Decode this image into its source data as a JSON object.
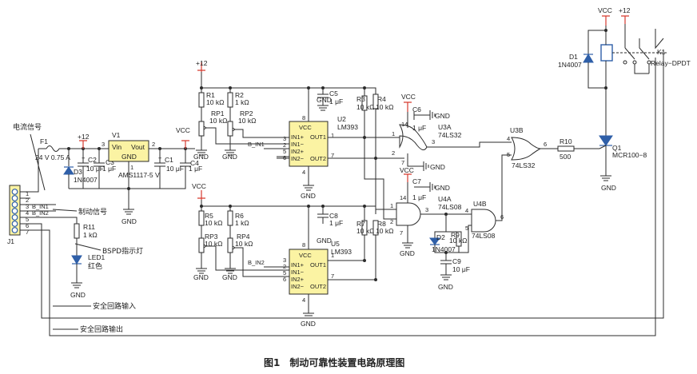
{
  "caption": "图1　制动可靠性装置电路原理图",
  "colors": {
    "wire": "#2b2b2b",
    "chip_fill": "#fbf3a3",
    "supply": "#d63a2f",
    "relay_coil": "#2f5fa8"
  },
  "connector": {
    "ref": "J1",
    "pins": [
      "1",
      "2",
      "3",
      "4",
      "5",
      "6",
      "7"
    ],
    "net_labels": [
      "B_IN1",
      "B_IN2"
    ],
    "annotations": {
      "current_signal": "电流信号",
      "brake_signal": "制动信号",
      "bspd_lamp": "BSPD指示灯",
      "safety_in": "安全回路输入",
      "safety_out": "安全回路输出"
    }
  },
  "power": {
    "fuse_ref": "F1",
    "fuse_val": "24 V 0.75 A",
    "d3_ref": "D3",
    "d3_val": "1N4007",
    "c2_ref": "C2",
    "c2_val": "10 μF",
    "c3_ref": "C3",
    "c3_val": "1 μF",
    "reg_ref": "V1",
    "reg_val": "AMS1117-5 V",
    "reg_vin": "Vin",
    "reg_vout": "Vout",
    "reg_gnd": "GND",
    "reg_pin1": "1",
    "reg_pin2": "2",
    "reg_pin3": "3",
    "c1_ref": "C1",
    "c1_val": "10 μF",
    "c4_ref": "C4",
    "c4_val": "1 μF",
    "plus12": "+12",
    "vcc": "VCC",
    "gnd": "GND"
  },
  "led": {
    "r_ref": "R11",
    "r_val": "1 kΩ",
    "led_ref": "LED1",
    "led_color": "红色"
  },
  "comparators": {
    "top": {
      "r1": "R1",
      "r1v": "10 kΩ",
      "r2": "R2",
      "r2v": "1 kΩ",
      "rp1": "RP1",
      "rp1v": "10 kΩ",
      "rp2": "RP2",
      "rp2v": "10 kΩ",
      "c5": "C5",
      "c5v": "1 μF",
      "r3": "R3",
      "r3v": "10 kΩ",
      "r4": "R4",
      "r4v": "10 kΩ",
      "u": "U2",
      "uv": "LM393",
      "net": "B_IN1"
    },
    "bottom": {
      "r5": "R5",
      "r5v": "10 kΩ",
      "r6": "R6",
      "r6v": "1 kΩ",
      "rp3": "RP3",
      "rp3v": "10 kΩ",
      "rp4": "RP4",
      "rp4v": "10 kΩ",
      "c8": "C8",
      "c8v": "1 μF",
      "r7": "R7",
      "r7v": "10 kΩ",
      "r8": "R8",
      "r8v": "10 kΩ",
      "u": "U5",
      "uv": "LM393",
      "net": "B_IN2"
    },
    "pin_labels": [
      "VCC",
      "IN1+",
      "IN1−",
      "IN2+",
      "IN2−",
      "OUT1",
      "OUT2",
      "GND"
    ],
    "pin_nums": [
      "8",
      "3",
      "2",
      "5",
      "6",
      "1",
      "7",
      "4"
    ]
  },
  "logic": {
    "u3a": "U3A",
    "u3a_v": "74LS32",
    "u3b": "U3B",
    "u3b_v": "74LS32",
    "u4a": "U4A",
    "u4a_v": "74LS08",
    "u4b": "U4B",
    "u4b_v": "74LS08",
    "c6": "C6",
    "c6v": "1 μF",
    "c7": "C7",
    "c7v": "1 μF",
    "d2": "D2",
    "d2v": "1N4007",
    "r9": "R9",
    "r9v": "10 kΩ",
    "c9": "C9",
    "c9v": "10 μF",
    "r10": "R10",
    "r10v": "500",
    "pins": {
      "p14": "14",
      "p7": "7",
      "p1": "1",
      "p2": "2",
      "p3": "3",
      "p4": "4",
      "p5": "5",
      "p6": "6"
    }
  },
  "output": {
    "q1": "Q1",
    "q1v": "MCR100−8",
    "d1": "D1",
    "d1v": "1N4007",
    "k1": "K1",
    "k1v": "Relay−DPDT"
  }
}
